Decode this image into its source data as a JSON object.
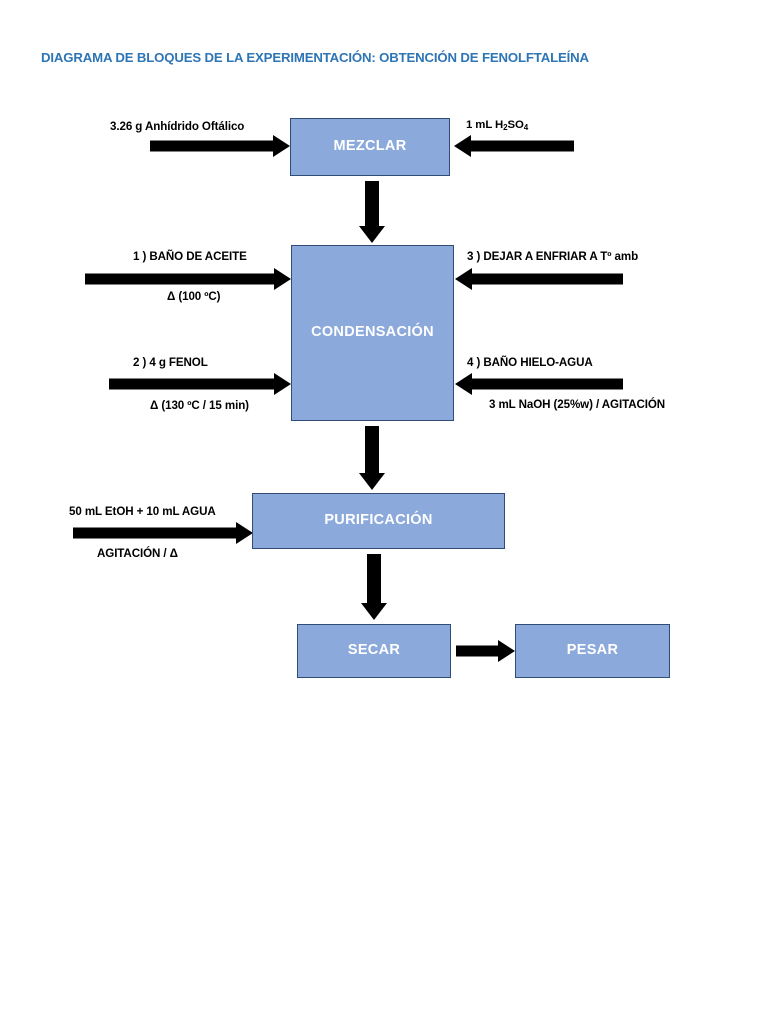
{
  "title": "DIAGRAMA DE BLOQUES DE LA EXPERIMENTACIÓN: OBTENCIÓN DE FENOLFTALEÍNA",
  "colors": {
    "title_blue": "#2E75B6",
    "box_fill": "#8CA9DC",
    "box_border": "#2F4D77",
    "box_text": "#FFFFFF",
    "arrow": "#000000",
    "background": "#FFFFFF"
  },
  "boxes": {
    "mezclar": "MEZCLAR",
    "condensacion": "CONDENSACIÓN",
    "purificacion": "PURIFICACIÓN",
    "secar": "SECAR",
    "pesar": "PESAR"
  },
  "annotations": {
    "anhidrido": "3.26 g Anhídrido Oftálico",
    "acido_sulfurico_pre": "1 mL  H",
    "acido_sulfurico_sub1": "2",
    "acido_sulfurico_mid": "SO",
    "acido_sulfurico_sub2": "4",
    "bano_aceite": "1 )  BAÑO DE ACEITE",
    "bano_aceite_cond": "Δ (100 ºC)",
    "fenol": "2 )   4 g FENOL",
    "fenol_cond": "Δ (130 ºC / 15 min)",
    "enfriar": "3 ) DEJAR A ENFRIAR A Tº amb",
    "hielo_agua": "4 ) BAÑO HIELO-AGUA",
    "naoh": "3 mL NaOH  (25%w) / AGITACIÓN",
    "etoh_agua": "50 mL EtOH + 10 mL AGUA",
    "agitacion": "AGITACIÓN / Δ"
  },
  "flow": {
    "steps": [
      "MEZCLAR",
      "CONDENSACIÓN",
      "PURIFICACIÓN",
      "SECAR",
      "PESAR"
    ],
    "inputs_mezclar": [
      "3.26 g Anhídrido Oftálico",
      "1 mL H2SO4"
    ],
    "inputs_condensacion": [
      "1 ) BAÑO DE ACEITE — Δ (100 ºC)",
      "2 ) 4 g FENOL — Δ (130 ºC / 15 min)",
      "3 ) DEJAR A ENFRIAR A Tº amb",
      "4 ) BAÑO HIELO-AGUA — 3 mL NaOH (25%w) / AGITACIÓN"
    ],
    "inputs_purificacion": [
      "50 mL EtOH + 10 mL AGUA",
      "AGITACIÓN / Δ"
    ]
  }
}
